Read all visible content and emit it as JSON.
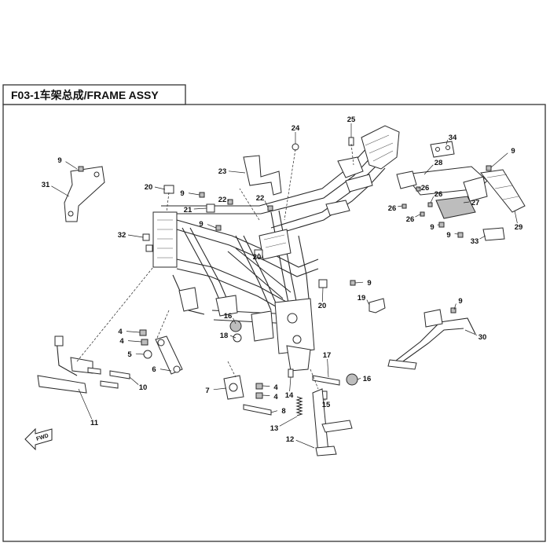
{
  "header": {
    "title": "F03-1车架总成/FRAME ASSY"
  },
  "orientation_label": "FWD",
  "callouts": [
    {
      "id": "c24",
      "label": "24"
    },
    {
      "id": "c25",
      "label": "25"
    },
    {
      "id": "c34",
      "label": "34"
    },
    {
      "id": "c9a",
      "label": "9"
    },
    {
      "id": "c31",
      "label": "31"
    },
    {
      "id": "c28",
      "label": "28"
    },
    {
      "id": "c23",
      "label": "23"
    },
    {
      "id": "c20a",
      "label": "20"
    },
    {
      "id": "c9b",
      "label": "9"
    },
    {
      "id": "c22a",
      "label": "22"
    },
    {
      "id": "c22b",
      "label": "22"
    },
    {
      "id": "c26a",
      "label": "26"
    },
    {
      "id": "c26b",
      "label": "26"
    },
    {
      "id": "c26c",
      "label": "26"
    },
    {
      "id": "c26d",
      "label": "26"
    },
    {
      "id": "c27",
      "label": "27"
    },
    {
      "id": "c21",
      "label": "21"
    },
    {
      "id": "c9c",
      "label": "9"
    },
    {
      "id": "c9d",
      "label": "9"
    },
    {
      "id": "c9e",
      "label": "9"
    },
    {
      "id": "c29",
      "label": "29"
    },
    {
      "id": "c32",
      "label": "32"
    },
    {
      "id": "c33",
      "label": "33"
    },
    {
      "id": "c20b",
      "label": "20"
    },
    {
      "id": "c9f",
      "label": "9"
    },
    {
      "id": "c20c",
      "label": "20"
    },
    {
      "id": "c19",
      "label": "19"
    },
    {
      "id": "c9g",
      "label": "9"
    },
    {
      "id": "c9h",
      "label": "9"
    },
    {
      "id": "c16a",
      "label": "16"
    },
    {
      "id": "c4a",
      "label": "4"
    },
    {
      "id": "c4b",
      "label": "4"
    },
    {
      "id": "c18",
      "label": "18"
    },
    {
      "id": "c30",
      "label": "30"
    },
    {
      "id": "c5",
      "label": "5"
    },
    {
      "id": "c6",
      "label": "6"
    },
    {
      "id": "c17",
      "label": "17"
    },
    {
      "id": "c16b",
      "label": "16"
    },
    {
      "id": "c10",
      "label": "10"
    },
    {
      "id": "c4c",
      "label": "4"
    },
    {
      "id": "c7",
      "label": "7"
    },
    {
      "id": "c4d",
      "label": "4"
    },
    {
      "id": "c14",
      "label": "14"
    },
    {
      "id": "c15",
      "label": "15"
    },
    {
      "id": "c8",
      "label": "8"
    },
    {
      "id": "c11",
      "label": "11"
    },
    {
      "id": "c13",
      "label": "13"
    },
    {
      "id": "c12",
      "label": "12"
    }
  ]
}
